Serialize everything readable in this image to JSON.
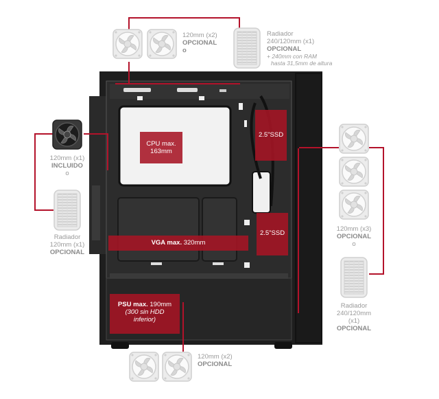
{
  "colors": {
    "accent": "#b3122a",
    "label": "#9a9a9a",
    "case": "#1a1a1a"
  },
  "top_fans": {
    "line1": "120mm (x2)",
    "line2": "OPCIONAL",
    "line3": "o"
  },
  "top_radiator": {
    "line1": "Radiador",
    "line2": "240/120mm (x1)",
    "line3": "OPCIONAL",
    "note1": "+ 240mm con RAM",
    "note2": "hasta 31,5mm de altura"
  },
  "rear_fan": {
    "line1": "120mm (x1)",
    "line2": "INCLUIDO",
    "line3": "o"
  },
  "rear_radiator": {
    "line1": "Radiador",
    "line2": "120mm (x1)",
    "line3": "OPCIONAL"
  },
  "front_fans": {
    "line1": "120mm (x3)",
    "line2": "OPCIONAL",
    "line3": "o"
  },
  "front_radiator": {
    "line1": "Radiador",
    "line2": "240/120mm",
    "line3": "(x1)",
    "line4": "OPCIONAL"
  },
  "bottom_fans": {
    "line1": "120mm (x2)",
    "line2": "OPCIONAL"
  },
  "boxes": {
    "cpu": {
      "line1": "CPU max.",
      "line2": "163mm"
    },
    "ssd_top": "2.5\"SSD",
    "ssd_bottom": "2.5\"SSD",
    "vga_bold": "VGA max.",
    "vga_value": " 320mm",
    "psu_bold": "PSU max.",
    "psu_value": " 190mm",
    "psu_note1": "(300 sin HDD",
    "psu_note2": "inferior)"
  },
  "icons": [
    "fan-icon",
    "radiator-icon"
  ]
}
